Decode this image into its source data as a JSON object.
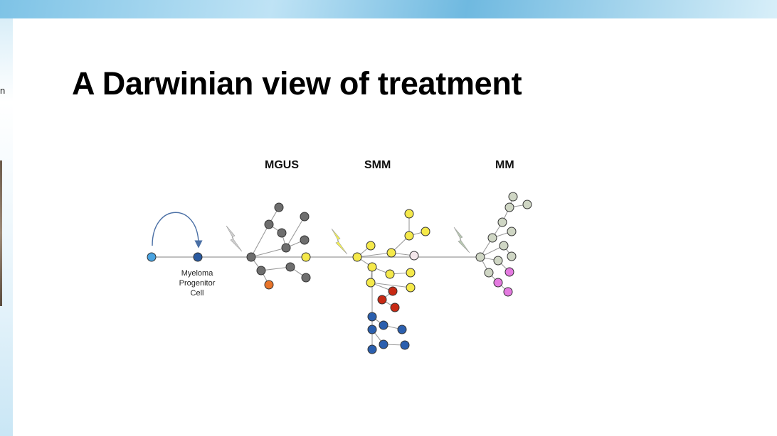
{
  "slide": {
    "title": "A Darwinian view of treatment"
  },
  "edge": {
    "cropped_text": "n"
  },
  "diagram": {
    "stages": [
      "MGUS",
      "SMM",
      "MM"
    ],
    "progenitor_label": [
      "Myeloma",
      "Progenitor",
      "Cell"
    ],
    "colors": {
      "line": "#9a9a9a",
      "outline": "#333333",
      "stem_cell": "#4aa3e0",
      "progenitor": "#2a5aa0",
      "mgus_clone": "#6e6e6e",
      "mgus_variant": "#e8742a",
      "smm_clone": "#f5e94a",
      "smm_white": "#f3e6ea",
      "smm_red": "#c82a14",
      "smm_blue": "#2b5fae",
      "mm_clone": "#cfd6c4",
      "mm_pink": "#e47ae0",
      "bolt_grey": "#cfcfcf",
      "bolt_yellow": "#f2ef55",
      "bolt_sage": "#b7c7b0",
      "arc": "#4a6fa5"
    }
  }
}
